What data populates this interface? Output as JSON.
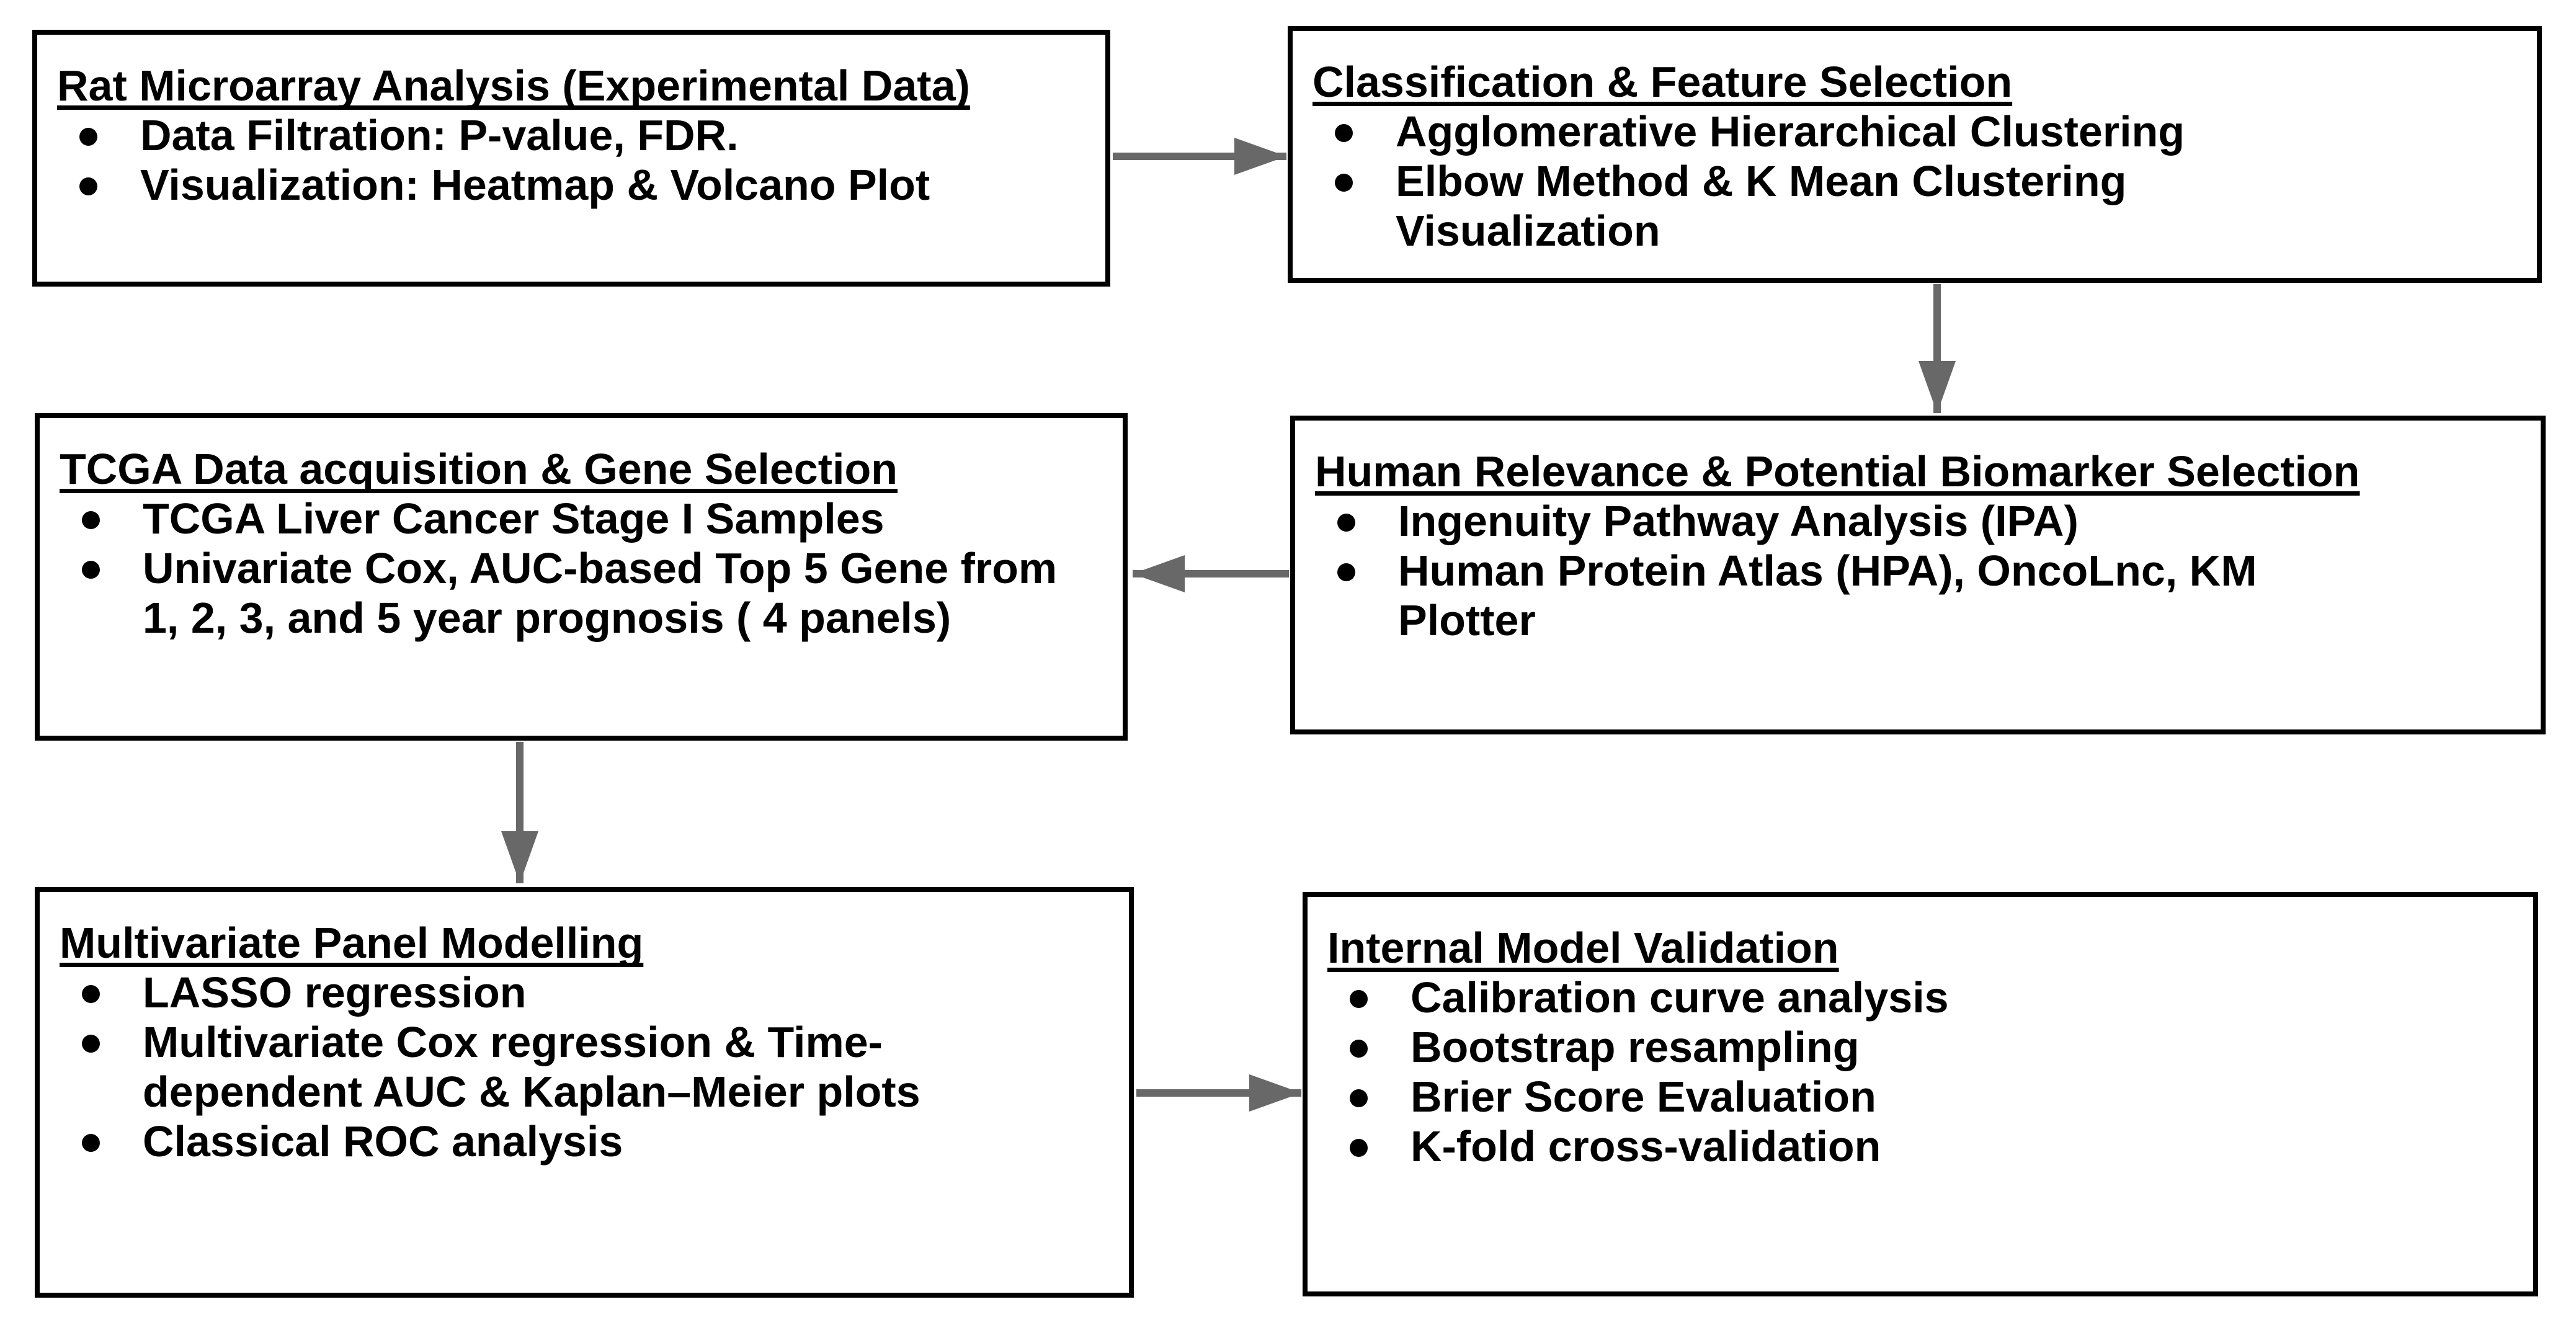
{
  "diagram": {
    "boxes": [
      {
        "id": "rat-microarray-analysis",
        "title": "Rat Microarray Analysis (Experimental Data)",
        "bullets": [
          "Data Filtration: P-value, FDR.",
          "Visualization: Heatmap & Volcano Plot"
        ]
      },
      {
        "id": "classification-feature-selection",
        "title": "Classification & Feature Selection",
        "bullets": [
          "Agglomerative Hierarchical Clustering",
          "Elbow Method & K Mean Clustering Visualization"
        ]
      },
      {
        "id": "tcga-data-acquisition-gene-selection",
        "title": "TCGA Data acquisition & Gene Selection",
        "bullets": [
          "TCGA Liver Cancer Stage I Samples",
          "Univariate Cox, AUC-based Top 5 Gene from 1, 2, 3, and 5 year prognosis ( 4 panels)"
        ]
      },
      {
        "id": "human-relevance-potential-biomarker-selection",
        "title": "Human Relevance & Potential Biomarker Selection",
        "bullets": [
          "Ingenuity Pathway Analysis (IPA)",
          "Human Protein Atlas (HPA), OncoLnc, KM Plotter"
        ]
      },
      {
        "id": "multivariate-panel-modelling",
        "title": "Multivariate Panel Modelling",
        "bullets": [
          "LASSO regression",
          "Multivariate Cox regression & Time-dependent AUC & Kaplan–Meier plots",
          "Classical ROC analysis"
        ]
      },
      {
        "id": "internal-model-validation",
        "title": "Internal Model Validation",
        "bullets": [
          "Calibration curve analysis",
          "Bootstrap resampling",
          "Brier Score Evaluation",
          "K-fold cross-validation"
        ]
      }
    ],
    "connections": [
      {
        "from": "rat-microarray-analysis",
        "to": "classification-feature-selection"
      },
      {
        "from": "classification-feature-selection",
        "to": "human-relevance-potential-biomarker-selection"
      },
      {
        "from": "human-relevance-potential-biomarker-selection",
        "to": "tcga-data-acquisition-gene-selection"
      },
      {
        "from": "tcga-data-acquisition-gene-selection",
        "to": "multivariate-panel-modelling"
      },
      {
        "from": "multivariate-panel-modelling",
        "to": "internal-model-validation"
      }
    ],
    "colors": {
      "arrow": "#686868",
      "border": "#000000",
      "text": "#000000",
      "background": "#ffffff"
    }
  }
}
